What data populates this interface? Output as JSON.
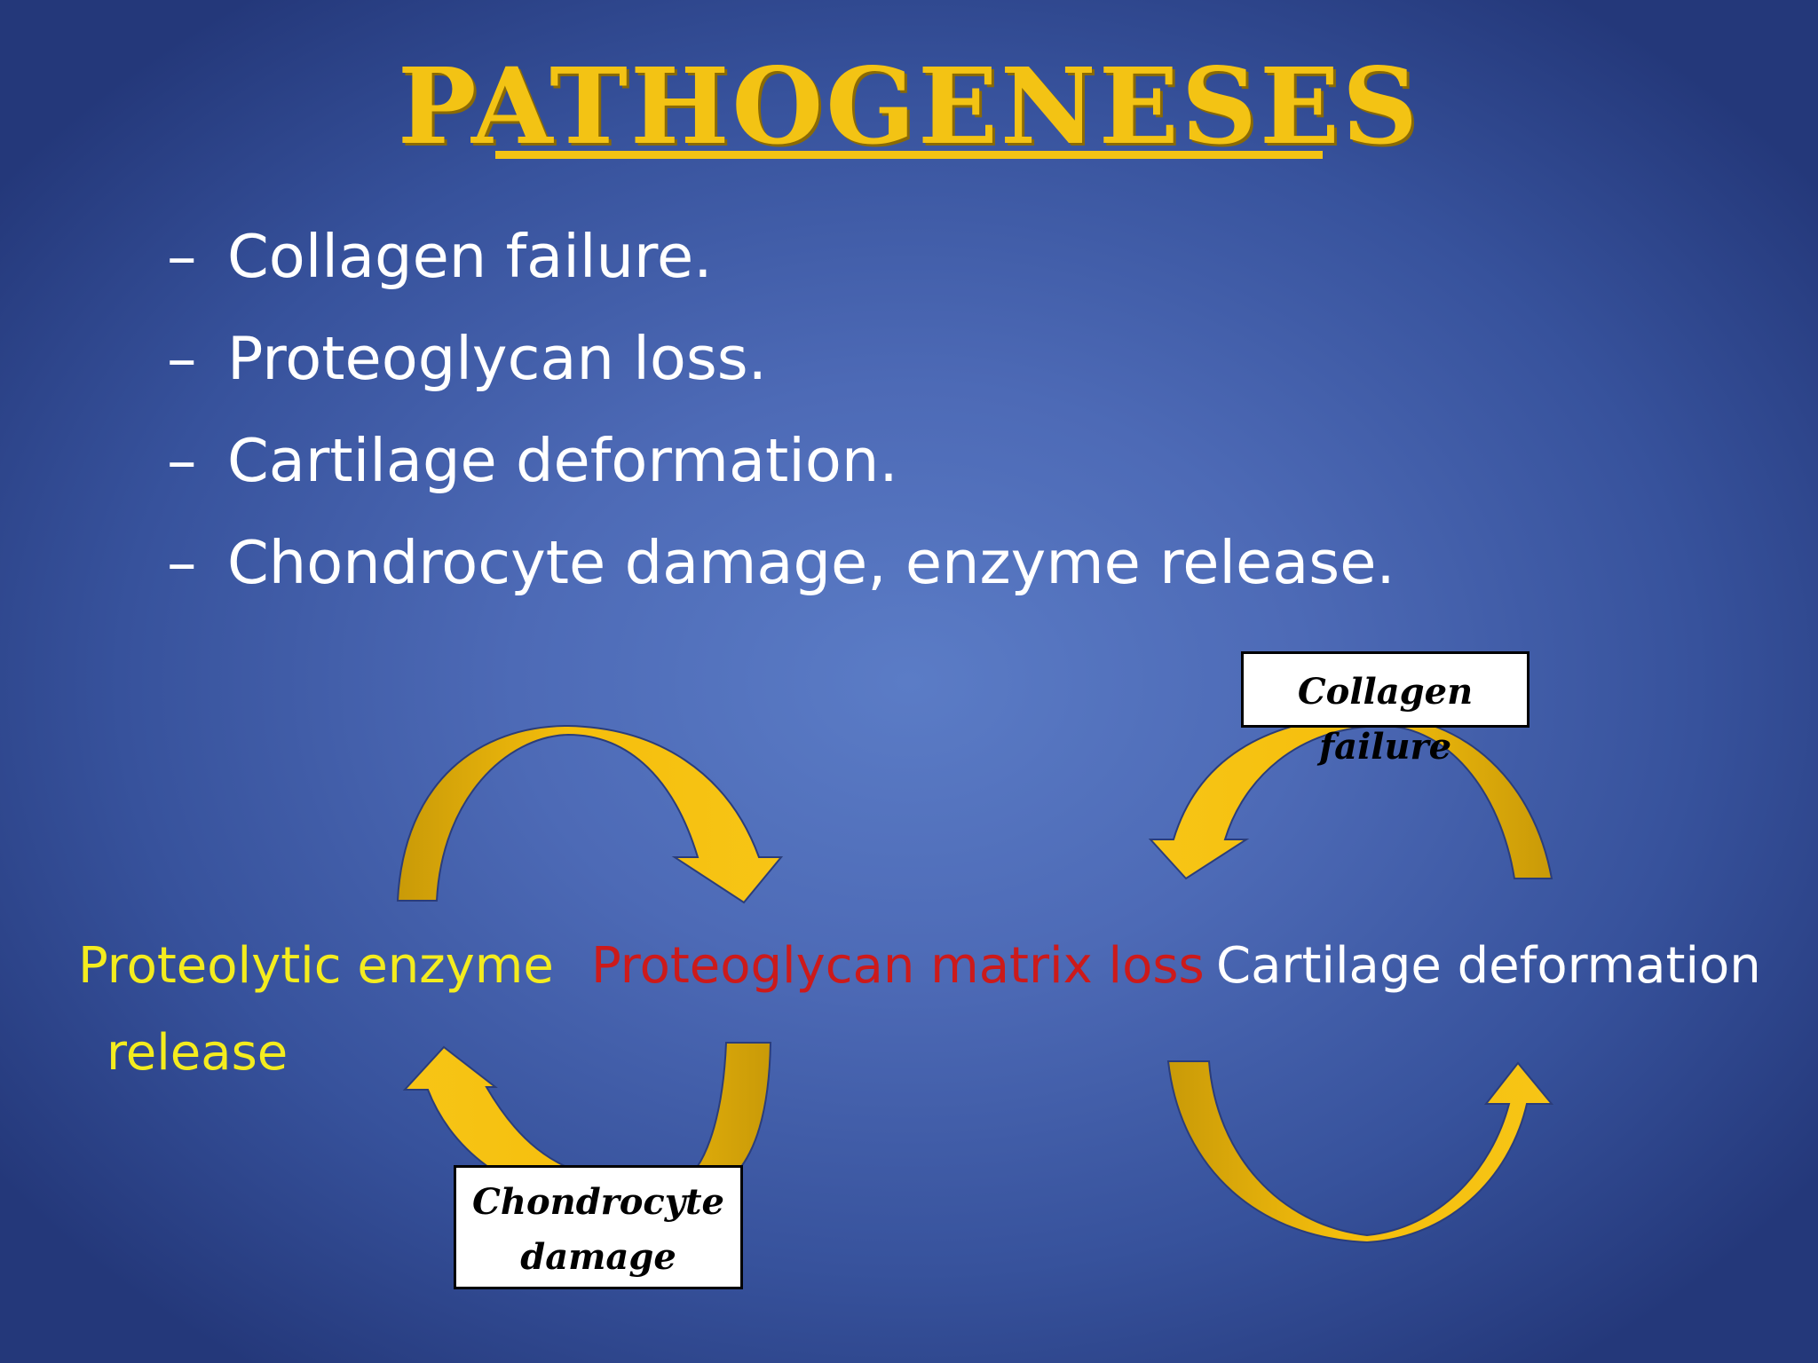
{
  "title": "PATHOGENESES",
  "bullets": [
    {
      "dash": "–",
      "text": "Collagen failure."
    },
    {
      "dash": "–",
      "text": "Proteoglycan loss."
    },
    {
      "dash": "–",
      "text": "Cartilage deformation."
    },
    {
      "dash": "–",
      "text": "Chondrocyte damage, enzyme release."
    }
  ],
  "diagram": {
    "labels": {
      "enzyme_line1": "Proteolytic enzyme",
      "enzyme_line2": "release",
      "matrix_loss": "Proteoglycan matrix loss",
      "deformation": "Cartilage deformation"
    },
    "boxes": {
      "collagen_line1": "Collagen",
      "collagen_line2": "failure",
      "chondrocyte_line1": "Chondrocyte",
      "chondrocyte_line2": "damage"
    },
    "colors": {
      "background": "#4d6ab6",
      "title": "#f3c314",
      "arrow": "#f5be0c",
      "arrow_shadow": "#c99a08",
      "enzyme_text": "#f4ec1e",
      "matrix_text": "#cc1a1a",
      "deformation_text": "#ffffff"
    }
  }
}
